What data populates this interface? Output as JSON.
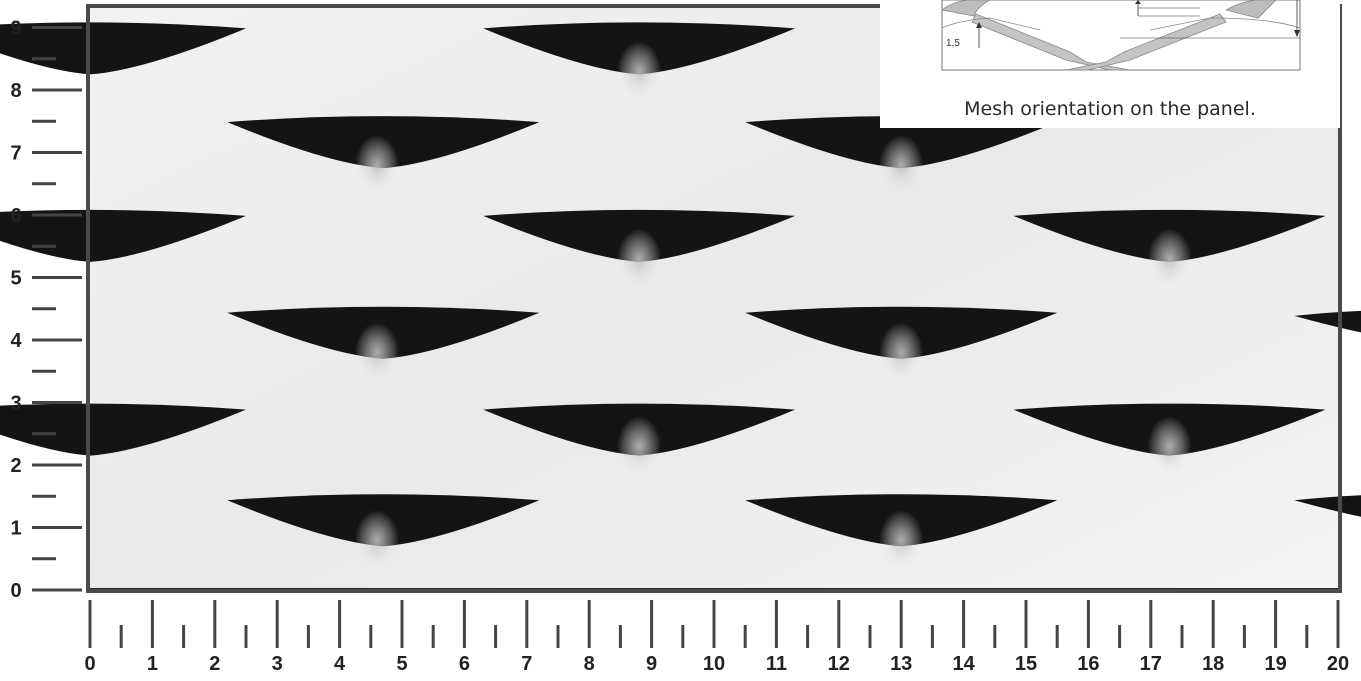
{
  "ruler": {
    "x_labels": [
      "0",
      "1",
      "2",
      "3",
      "4",
      "5",
      "6",
      "7",
      "8",
      "9",
      "10",
      "11",
      "12",
      "13",
      "14",
      "15",
      "16",
      "17",
      "18",
      "19",
      "20"
    ],
    "y_labels": [
      "0",
      "1",
      "2",
      "3",
      "4",
      "5",
      "6",
      "7",
      "8",
      "9"
    ]
  },
  "inset": {
    "dimension_label": "1,5",
    "caption": "Mesh orientation on the panel."
  },
  "colors": {
    "panel": "#eeeeee",
    "holes": "#141414",
    "frame": "#4a4a4a",
    "ruler": "#444444"
  }
}
